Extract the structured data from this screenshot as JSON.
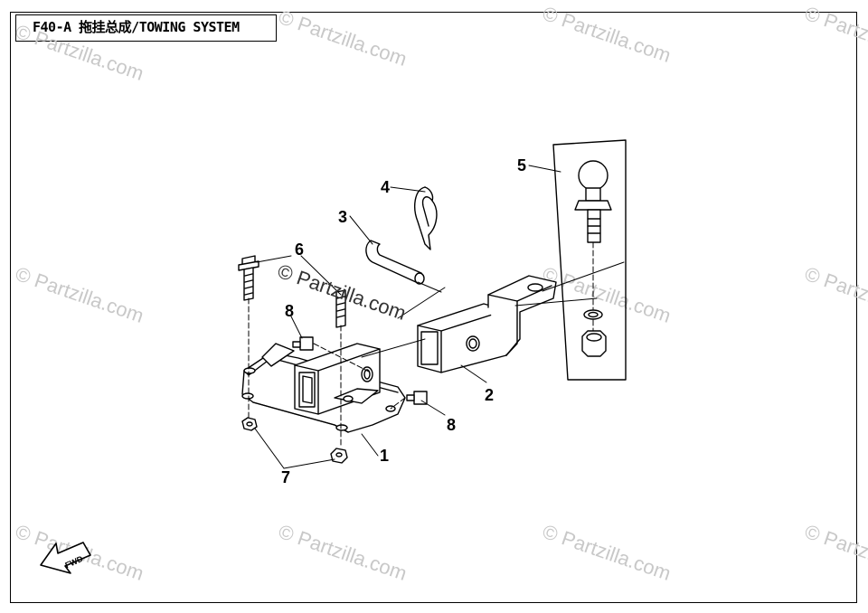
{
  "title": "F40-A 拖挂总成/TOWING SYSTEM",
  "watermark": "© Partzilla.com",
  "fwd_label": "FWD",
  "callouts": {
    "c1": "1",
    "c2": "2",
    "c3": "3",
    "c4": "4",
    "c5": "5",
    "c6": "6",
    "c7": "7",
    "c8a": "8",
    "c8b": "8"
  }
}
